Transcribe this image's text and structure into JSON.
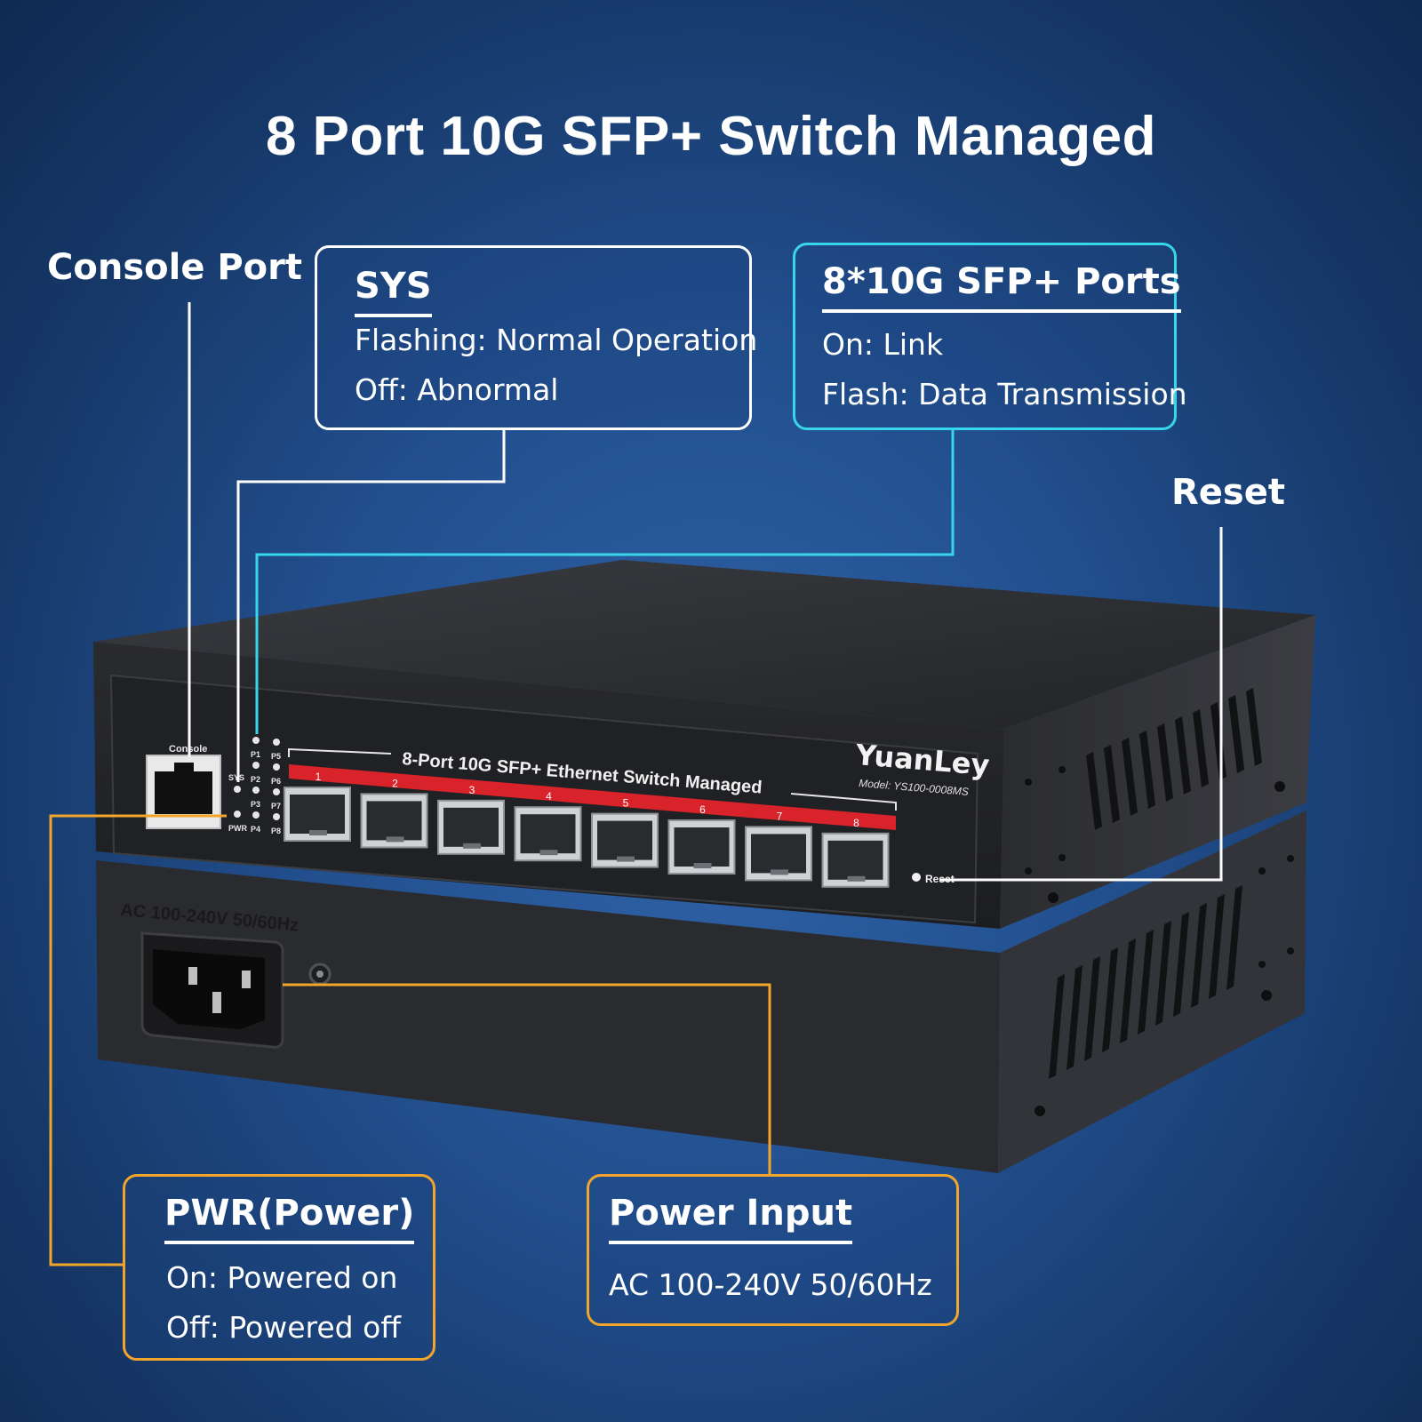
{
  "title": "8 Port 10G SFP+ Switch Managed",
  "colors": {
    "background": "#1f4c8a",
    "callout_white": "#ffffff",
    "callout_cyan": "#37d6ea",
    "callout_orange": "#f2a52b",
    "port_strip": "#d8232a"
  },
  "labels": {
    "console_port": "Console Port",
    "reset": "Reset"
  },
  "callouts": {
    "sys": {
      "title": "SYS",
      "line1": "Flashing: Normal Operation",
      "line2": "Off: Abnormal"
    },
    "sfp": {
      "title": "8*10G SFP+ Ports",
      "line1": "On: Link",
      "line2": "Flash: Data Transmission"
    },
    "pwr": {
      "title": "PWR(Power)",
      "line1": "On: Powered on",
      "line2": "Off: Powered off"
    },
    "power_input": {
      "title": "Power Input",
      "line1": "AC 100-240V 50/60Hz"
    }
  },
  "device": {
    "console_text": "Console",
    "front_text": "8-Port 10G SFP+ Ethernet Switch Managed",
    "brand": "YuanLey",
    "model": "Model:  YS100-0008MS",
    "reset_text": "Reset",
    "ac_text": "AC 100-240V 50/60Hz",
    "led_labels_left": [
      "SYS",
      "PWR"
    ],
    "led_labels_p1": [
      "P1",
      "P2",
      "P3",
      "P4"
    ],
    "led_labels_p5": [
      "P5",
      "P6",
      "P7",
      "P8"
    ],
    "port_numbers": [
      "1",
      "2",
      "3",
      "4",
      "5",
      "6",
      "7",
      "8"
    ]
  }
}
